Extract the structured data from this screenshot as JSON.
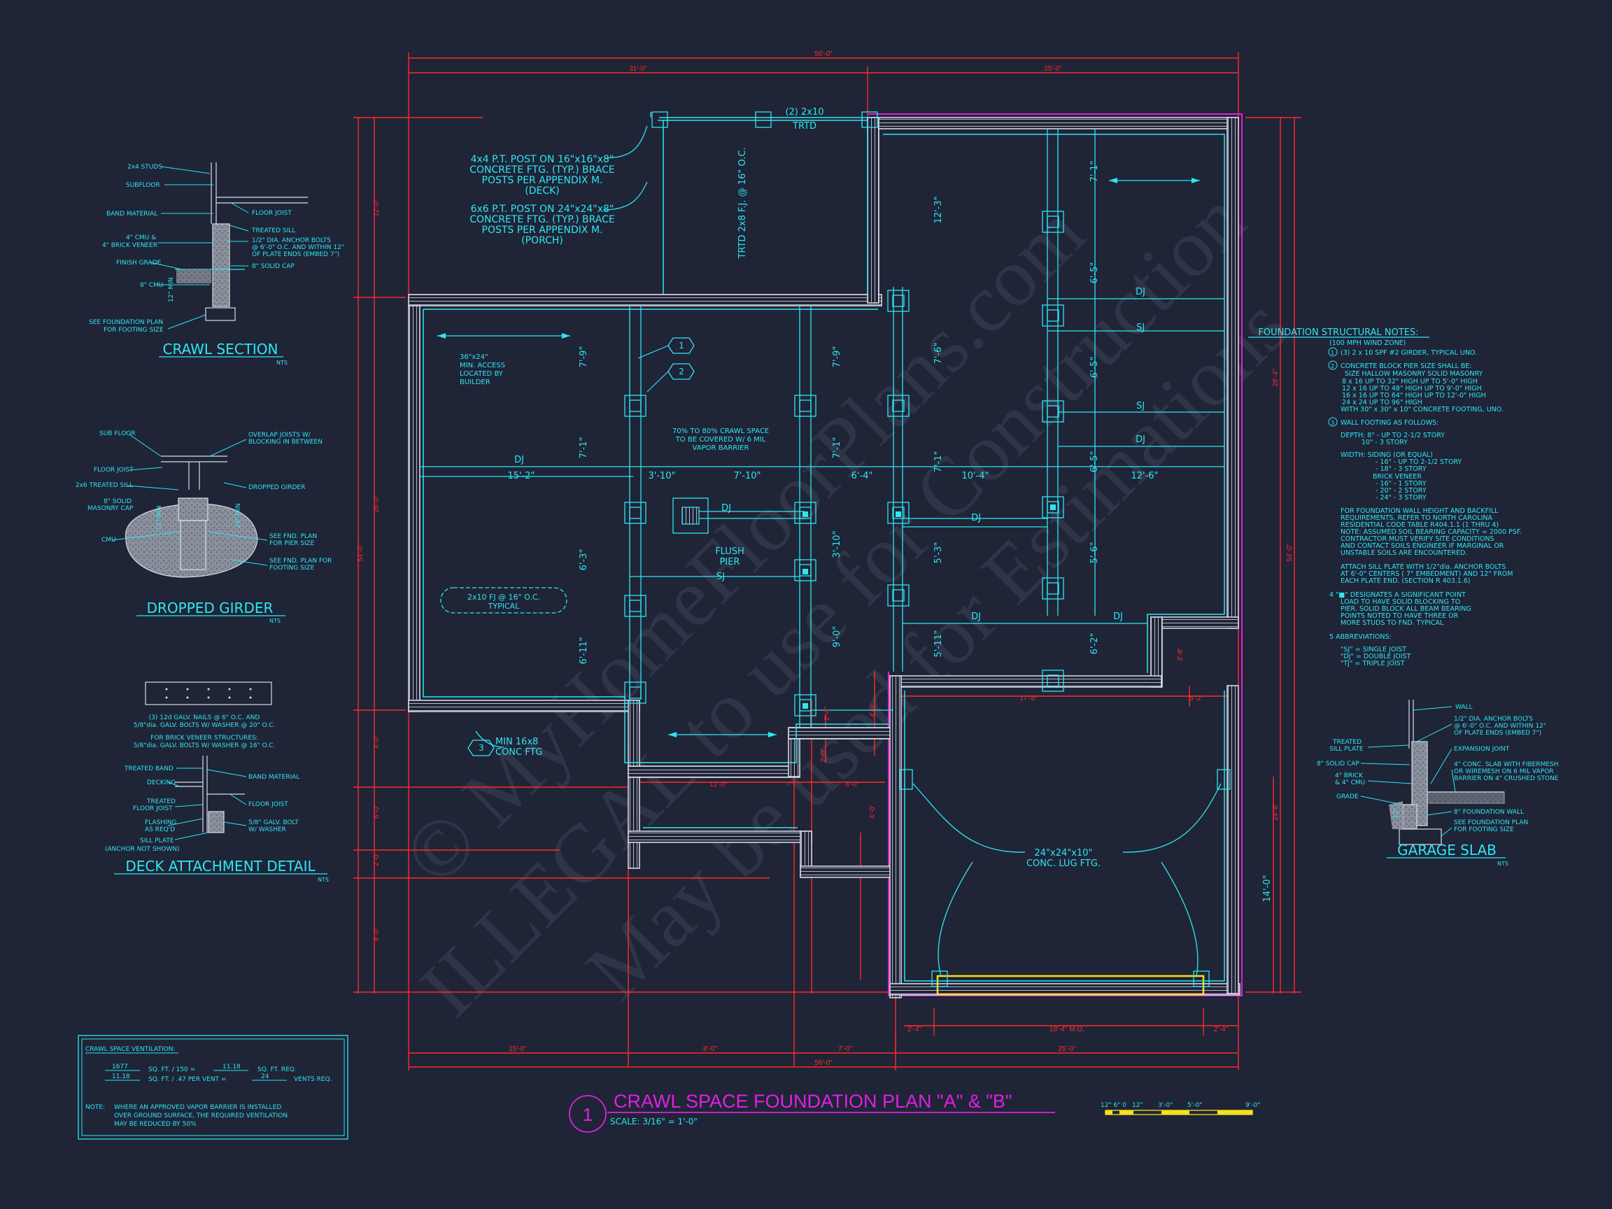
{
  "title": {
    "number": "1",
    "text": "CRAWL SPACE FOUNDATION PLAN \"A\" & \"B\"",
    "scale": "SCALE: 3/16\" = 1'-0\""
  },
  "watermark": {
    "line1": "© MyHomeFloorPlans.com",
    "line2": "ILLEGAL to use for Construction",
    "line3": "May be used for Estimations"
  },
  "colors": {
    "background": "#1f2437",
    "cyan": "#2ee6f2",
    "red": "#ff2a2a",
    "magenta": "#e020e0",
    "yellow": "#f4e21c"
  },
  "dims_top": {
    "overall": "56'-0\"",
    "left": "31'-0\"",
    "right": "25'-0\""
  },
  "dims_bottom": {
    "overall": "56'-0\"",
    "a": "15'-0\"",
    "b": "8'-0\"",
    "c": "7'-0\"",
    "d": "25'-0\"",
    "e": "2'-4\"",
    "f": "18'-4\" M.O.",
    "g": "2'-4\""
  },
  "dims_left": {
    "overall": "54'-0\"",
    "a": "12'-0\"",
    "b": "28'-0\"",
    "c": "4'-0\"",
    "d": "6'-0\"",
    "e": "2'-0\"",
    "f": "8'-0\""
  },
  "dims_right": {
    "overall": "54'-0\"",
    "a": "28'-4\"",
    "b": "24'-8\"",
    "c": "14'-0\""
  },
  "plan_labels": {
    "post4x4": [
      "4x4 P.T. POST ON 16\"x16\"x8\"",
      "CONCRETE FTG. (TYP.) BRACE",
      "POSTS PER APPENDIX M.",
      "(DECK)"
    ],
    "post6x6": [
      "6x6 P.T. POST ON 24\"x24\"x8\"",
      "CONCRETE FTG. (TYP.) BRACE",
      "POSTS PER APPENDIX M.",
      "(PORCH)"
    ],
    "girder": "(2) 2x10",
    "trtd": "TRTD",
    "trtd_fj": "TRTD 2x8 F.J. @ 16\" O.C.",
    "access": [
      "36\"x24\"",
      "MIN. ACCESS",
      "LOCATED BY",
      "BUILDER"
    ],
    "vapor": [
      "70% TO 80% CRAWL SPACE",
      "TO BE COVERED W/ 6 MIL",
      "VAPOR BARRIER"
    ],
    "flush_pier": [
      "FLUSH",
      "PIER"
    ],
    "fj_typical": [
      "2x10 FJ @ 16\" O.C.",
      "TYPICAL"
    ],
    "min_ftg": [
      "MIN 16x8",
      "CONC FTG"
    ],
    "conc_lug": [
      "24\"x24\"x10\"",
      "CONC. LUG FTG."
    ],
    "dj": "DJ",
    "sj": "SJ",
    "row_dims": [
      "15'-2\"",
      "3'-10\"",
      "7'-10\"",
      "6'-4\"",
      "10'-4\"",
      "12'-6\""
    ],
    "vdims": [
      "7'-9\"",
      "7'-1\"",
      "6'-3\"",
      "6'-11\"",
      "7'-9\"",
      "7'-1\"",
      "3'-10\"",
      "9'-0\"",
      "7'-6\"",
      "7'-1\"",
      "5'-3\"",
      "5'-11\"",
      "7'-1\"",
      "6'-5\"",
      "6'-5\"",
      "6'-5\"",
      "5'-6\"",
      "6'-2\"",
      "12'-3\"",
      "3'-8\"",
      "4'-0\"",
      "2'-4\"",
      "2'-0\"",
      "4'-0\""
    ],
    "garage_dims": [
      "17'-8\"",
      "5'-2\"",
      "12'-0\"",
      "8'-0\""
    ],
    "bubbles": [
      "1",
      "2",
      "3"
    ]
  },
  "notes": {
    "title": "FOUNDATION STRUCTURAL NOTES:",
    "lines": [
      "(100 MPH WIND ZONE)",
      "(3) 2 x 10 SPF #2 GIRDER, TYPICAL UNO.",
      "CONCRETE BLOCK PIER SIZE SHALL BE:",
      "SIZE    HALLOW MASONRY    SOLID MASONRY",
      "8 x 16      UP TO 32\" HIGH     UP TO 5'-0\" HIGH",
      "12 x 16     UP TO 48\" HIGH     UP TO 9'-0\" HIGH",
      "16 x 16     UP TO 64\" HIGH     UP TO 12'-0\" HIGH",
      "24 x 24     UP TO 96\" HIGH",
      "WITH 30\" x 30\" x 10\" CONCRETE FOOTING, UNO.",
      "WALL FOOTING AS FOLLOWS:",
      "DEPTH:  8\" - UP TO 2-1/2 STORY",
      "10\" - 3 STORY",
      "WIDTH:  SIDING (OR EQUAL)",
      "- 16\" - UP TO 2-1/2 STORY",
      "- 18\" - 3 STORY",
      "BRICK VENEER",
      "- 16\" - 1 STORY",
      "- 20\" - 2 STORY",
      "- 24\" - 3 STORY",
      "FOR FOUNDATION WALL HEIGHT AND BACKFILL",
      "REQUIREMENTS, REFER TO NORTH CAROLINA",
      "RESIDENTIAL CODE TABLE R404.1.1 (1 THRU 4)",
      "NOTE: ASSUMED SOIL BEARING CAPACITY = 2000 PSF.",
      "CONTRACTOR MUST VERIFY SITE CONDITIONS",
      "AND CONTACT SOILS ENGINEER IF MARGINAL OR",
      "UNSTABLE SOILS ARE ENCOUNTERED.",
      "ATTACH SILL PLATE WITH 1/2\"dia. ANCHOR BOLTS",
      "AT 6'-0\" CENTERS ( 7\" EMBEDMENT) AND 12\" FROM",
      "EACH PLATE END. (SECTION R 403.1.6)",
      "4  \"■\" DESIGNATES A SIGNIFICANT POINT",
      "LOAD TO HAVE SOLID BLOCKING TO",
      "PIER. SOLID BLOCK ALL BEAM BEARING",
      "POINTS NOTED TO HAVE THREE OR",
      "MORE STUDS TO FND. TYPICAL",
      "5  ABBREVIATIONS:",
      "\"SJ\" = SINGLE JOIST",
      "\"DJ\" = DOUBLE JOIST",
      "\"TJ\" = TRIPLE JOIST"
    ]
  },
  "crawl_section": {
    "title": "CRAWL SECTION",
    "nts": "NTS",
    "labels": [
      "2x4 STUDS",
      "SUBFLOOR",
      "BAND MATERIAL",
      "4\" CMU &",
      "4\" BRICK VENEER",
      "FINISH GRADE",
      "8\" CMU",
      "SEE FOUNDATION PLAN",
      "FOR FOOTING SIZE",
      "FLOOR JOIST",
      "TREATED SILL",
      "1/2\" DIA. ANCHOR BOLTS",
      "@ 6'-0\" O.C. AND WITHIN 12\"",
      "OF PLATE ENDS (EMBED 7\")",
      "8\" SOLID CAP",
      "12\" MIN"
    ]
  },
  "dropped_girder": {
    "title": "DROPPED GIRDER",
    "nts": "NTS",
    "labels": [
      "SUB FLOOR",
      "FLOOR JOIST",
      "2x6 TREATED SILL",
      "8\" SOLID",
      "MASONRY CAP",
      "CMU",
      "OVERLAP JOISTS W/",
      "BLOCKING IN BETWEEN",
      "DROPPED GIRDER",
      "SEE FND. PLAN",
      "FOR PIER SIZE",
      "SEE FND. PLAN FOR",
      "FOOTING SIZE",
      "12\" MIN",
      "24\" MIN"
    ]
  },
  "deck_detail": {
    "title": "DECK ATTACHMENT DETAIL",
    "nts": "NTS",
    "labels": [
      "(3) 12d GALV. NAILS @ 6\" O.C. AND",
      "5/8\"dia. GALV. BOLTS W/ WASHER @ 20\" O.C.",
      "FOR BRICK VENEER STRUCTURES:",
      "5/8\"dia. GALV. BOLTS W/ WASHER @ 16\" O.C.",
      "TREATED BAND",
      "DECKING",
      "TREATED",
      "FLOOR JOIST",
      "FLASHING",
      "AS REQ'D",
      "SILL PLATE",
      "(ANCHOR NOT SHOWN)",
      "BAND MATERIAL",
      "FLOOR JOIST",
      "5/8\" GALV. BOLT",
      "W/ WASHER"
    ]
  },
  "garage_slab": {
    "title": "GARAGE SLAB",
    "nts": "NTS",
    "labels": [
      "WALL",
      "1/2\" DIA. ANCHOR BOLTS",
      "@ 6'-0\" O.C. AND WITHIN 12\"",
      "OF PLATE ENDS (EMBED 7\")",
      "EXPANSION JOINT",
      "4\" CONC. SLAB WITH FIBERMESH",
      "OR WIREMESH ON 6 MIL VAPOR",
      "BARRIER ON 4\" CRUSHED STONE",
      "8\" FOUNDATION WALL",
      "SEE FOUNDATION PLAN",
      "FOR FOOTING SIZE",
      "TREATED",
      "SILL PLATE",
      "8\" SOLID CAP",
      "4\" BRICK",
      "& 4\" CMU",
      "GRADE",
      "12\""
    ]
  },
  "ventilation": {
    "title": "CRAWL SPACE VENTILATION:",
    "row1": {
      "a": "1677",
      "a_unit": "SQ. FT. / 150 =",
      "b": "11.18",
      "b_unit": "SQ. FT. REQ."
    },
    "row2": {
      "a": "11.18",
      "a_unit": "SQ. FT. / .47 PER VENT =",
      "b": "24",
      "b_unit": "VENTS REQ."
    },
    "note_label": "NOTE:",
    "note": [
      "WHERE AN APPROVED VAPOR BARRIER IS INSTALLED",
      "OVER GROUND SURFACE, THE REQUIRED VENTILATION",
      "MAY BE REDUCED BY 50%"
    ]
  },
  "scale_bar": [
    "12\" 6\" 0",
    "12\"",
    "3'-0\"",
    "5'-0\"",
    "9'-0\""
  ]
}
